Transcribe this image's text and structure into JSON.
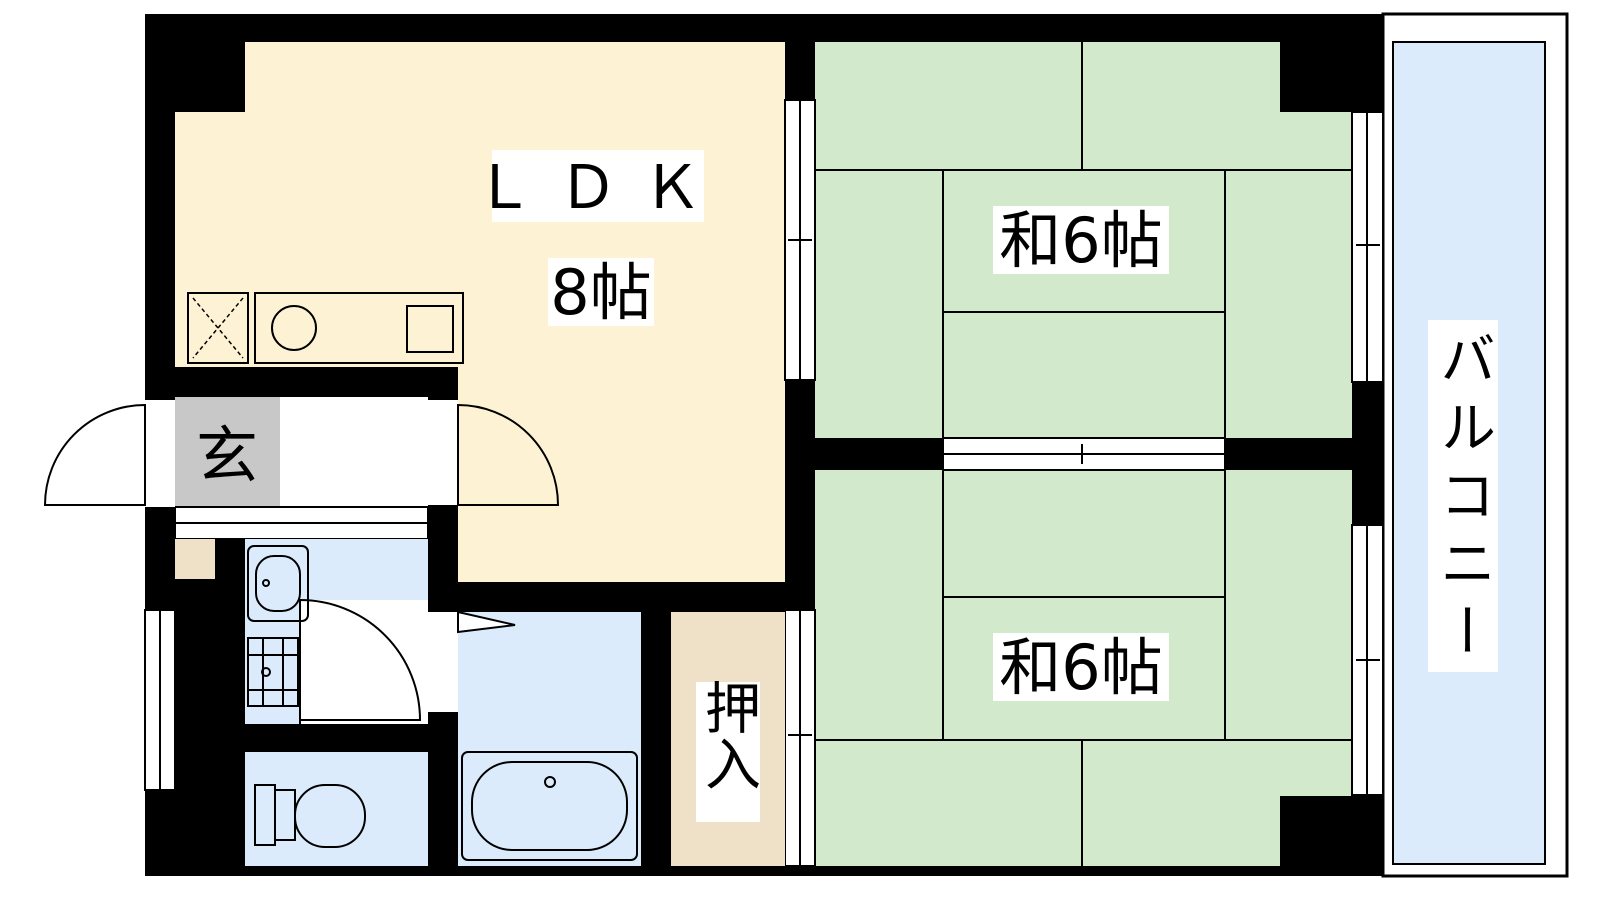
{
  "rooms": {
    "ldk": {
      "name": "ＬＤＫ",
      "size": "8帖",
      "color": "#fdf3d4"
    },
    "washitsu_1": {
      "name": "和6帖",
      "color": "#d3e9cc"
    },
    "washitsu_2": {
      "name": "和6帖",
      "color": "#d3e9cc"
    },
    "genkan": {
      "name": "玄",
      "color": "#c8c8c8"
    },
    "oshiire": {
      "name": "押入",
      "color": "#efe0c8"
    },
    "balcony": {
      "name": "バルコニー",
      "color": "#dcebfb"
    }
  },
  "colors": {
    "wall": "#000000",
    "wet_area": "#dcebfb",
    "window": "#ffffff"
  }
}
